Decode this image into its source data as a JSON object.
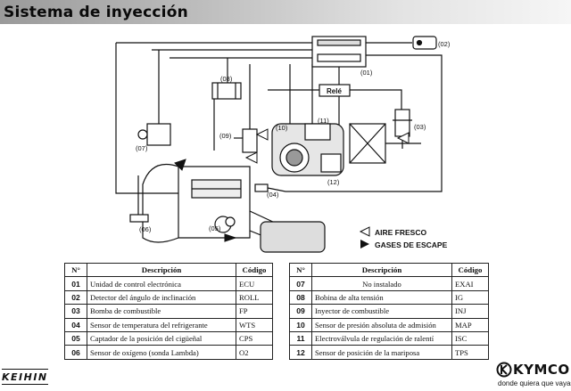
{
  "title": "Sistema de inyección",
  "diagram": {
    "callouts": [
      "(01)",
      "(02)",
      "(03)",
      "(04)",
      "(05)",
      "(06)",
      "(07)",
      "(08)",
      "(09)",
      "(10)",
      "(11)",
      "(12)"
    ],
    "relay_label": "Relé",
    "legend": {
      "fresh_air": "AIRE FRESCO",
      "exhaust": "GASES DE ESCAPE"
    }
  },
  "tables": {
    "headers": {
      "num": "N°",
      "desc": "Descripción",
      "code": "Código"
    },
    "left": [
      {
        "num": "01",
        "desc": "Unidad de control electrónica",
        "code": "ECU"
      },
      {
        "num": "02",
        "desc": "Detector del ángulo de inclinación",
        "code": "ROLL"
      },
      {
        "num": "03",
        "desc": "Bomba de combustible",
        "code": "FP"
      },
      {
        "num": "04",
        "desc": "Sensor de temperatura del refrigerante",
        "code": "WTS"
      },
      {
        "num": "05",
        "desc": "Captador de la posición del cigüeñal",
        "code": "CPS"
      },
      {
        "num": "06",
        "desc": "Sensor de oxígeno (sonda Lambda)",
        "code": "O2"
      }
    ],
    "right": [
      {
        "num": "07",
        "desc": "No instalado",
        "code": "EXAI"
      },
      {
        "num": "08",
        "desc": "Bobina de alta tensión",
        "code": "IG"
      },
      {
        "num": "09",
        "desc": "Inyector de combustible",
        "code": "INJ"
      },
      {
        "num": "10",
        "desc": "Sensor de presión absoluta de admisión",
        "code": "MAP"
      },
      {
        "num": "11",
        "desc": "Electroválvula de regulación de ralentí",
        "code": "ISC"
      },
      {
        "num": "12",
        "desc": "Sensor de posición de la mariposa",
        "code": "TPS"
      }
    ]
  },
  "footer": {
    "left_brand": "KEIHIN",
    "right_brand": "KYMCO",
    "slogan": "donde quiera que vayas"
  }
}
